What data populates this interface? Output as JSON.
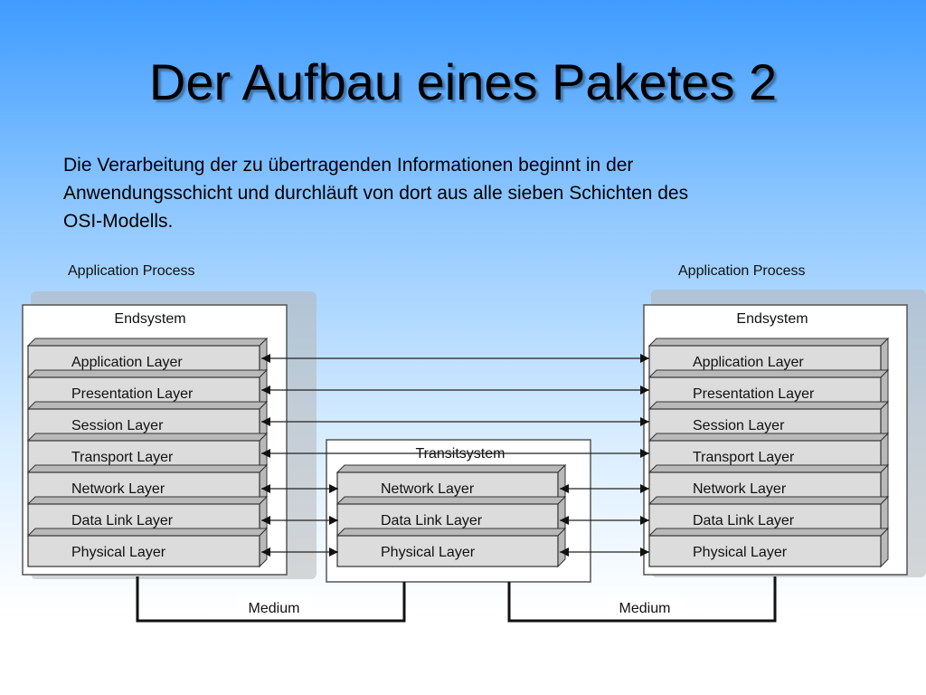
{
  "slide": {
    "title": "Der Aufbau eines Paketes 2",
    "body_lines": [
      "Die Verarbeitung der zu übertragenden Informationen beginnt in der",
      "Anwendungsschicht und durchläuft von dort aus alle sieben Schichten des",
      "OSI-Modells."
    ]
  },
  "diagram": {
    "left_process": "Application Process",
    "right_process": "Application Process",
    "left_system": "Endsystem",
    "right_system": "Endsystem",
    "transit_system": "Transitsystem",
    "end_layers": [
      "Application Layer",
      "Presentation Layer",
      "Session Layer",
      "Transport Layer",
      "Network Layer",
      "Data Link Layer",
      "Physical Layer"
    ],
    "transit_layers": [
      "Network Layer",
      "Data Link Layer",
      "Physical Layer"
    ],
    "medium_left": "Medium",
    "medium_right": "Medium"
  }
}
